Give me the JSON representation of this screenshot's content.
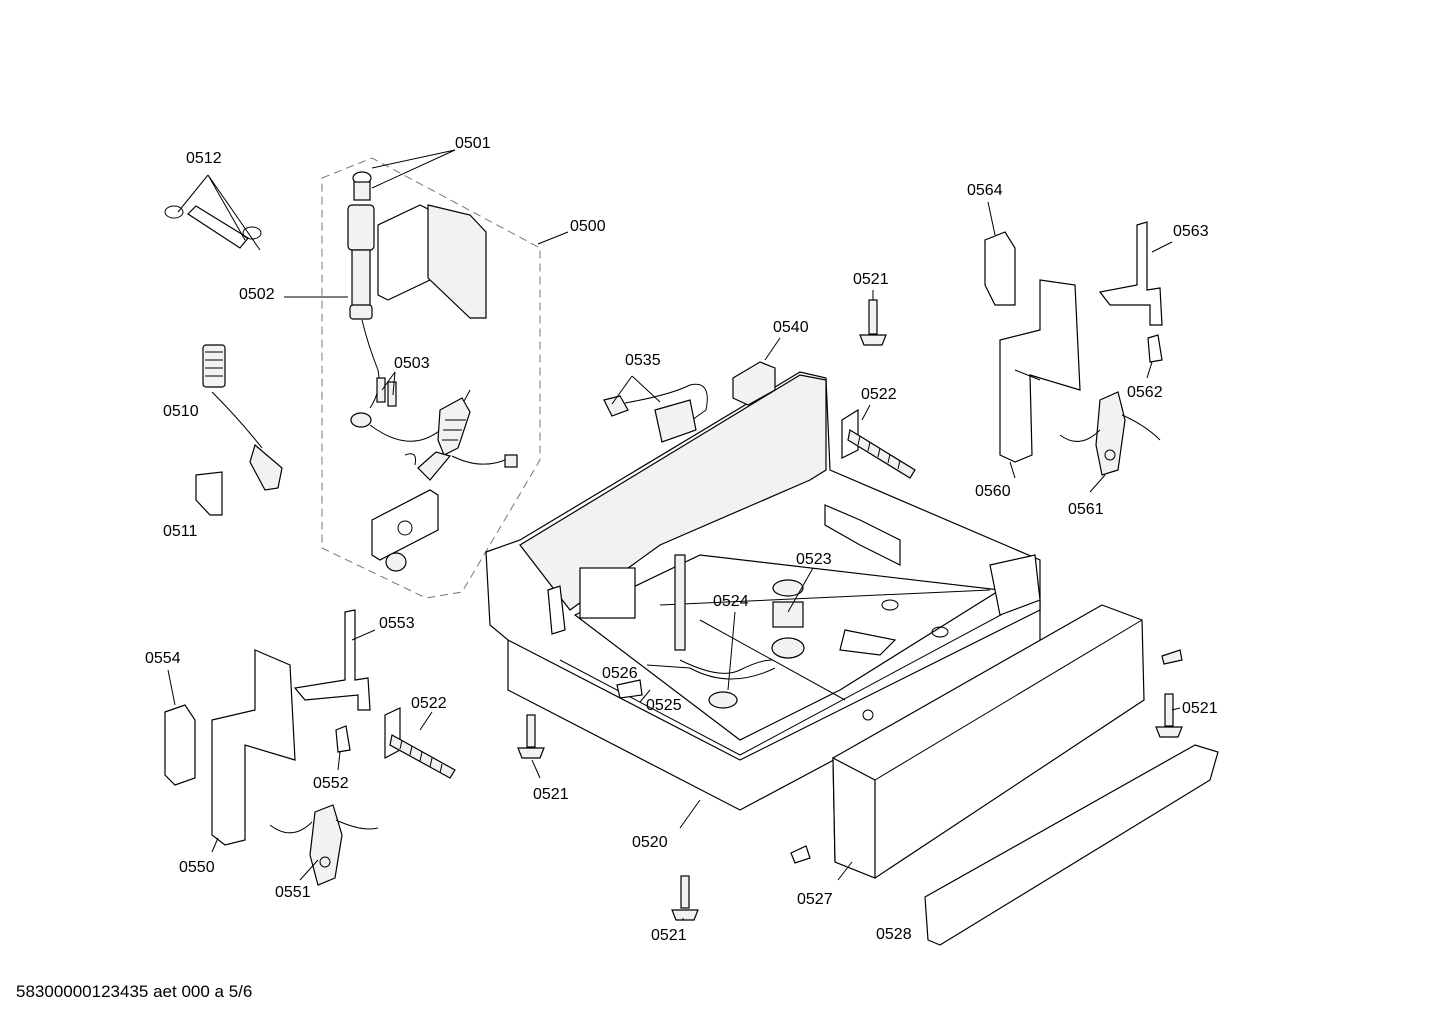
{
  "labels": {
    "p0500": "0500",
    "p0501": "0501",
    "p0502": "0502",
    "p0503": "0503",
    "p0510": "0510",
    "p0511": "0511",
    "p0512": "0512",
    "p0520": "0520",
    "p0521": "0521",
    "p0522": "0522",
    "p0523": "0523",
    "p0524": "0524",
    "p0525": "0525",
    "p0526": "0526",
    "p0527": "0527",
    "p0528": "0528",
    "p0535": "0535",
    "p0540": "0540",
    "p0550": "0550",
    "p0551": "0551",
    "p0552": "0552",
    "p0553": "0553",
    "p0554": "0554",
    "p0560": "0560",
    "p0561": "0561",
    "p0562": "0562",
    "p0563": "0563",
    "p0564": "0564"
  },
  "footer": "58300000123435 aet 000 a 5/6"
}
